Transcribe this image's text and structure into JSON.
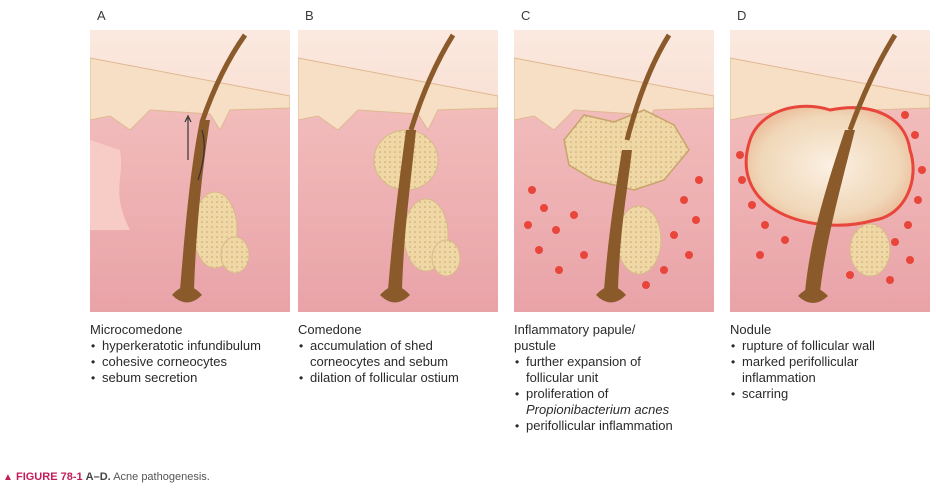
{
  "panels": [
    {
      "letter": "A",
      "title": "Microcomedone",
      "bullets": [
        "hyperkeratotic infundibulum",
        "cohesive corneocytes",
        "sebum secretion"
      ]
    },
    {
      "letter": "B",
      "title": "Comedone",
      "bullets": [
        "accumulation of shed corneocytes and sebum",
        "dilation of follicular ostium"
      ]
    },
    {
      "letter": "C",
      "title": "Inflammatory papule/ pustule",
      "bullets": [
        "further expansion of follicular unit",
        "proliferation of",
        "perifollicular inflammation"
      ],
      "italic_line": "Propionibacterium acnes"
    },
    {
      "letter": "D",
      "title": "Nodule",
      "bullets": [
        "rupture of follicular wall",
        "marked perifollicular inflammation",
        "scarring"
      ]
    }
  ],
  "figure_caption": {
    "marker": "▲",
    "label": "FIGURE 78-1",
    "range": "A–D.",
    "text": "Acne pathogenesis."
  },
  "colors": {
    "epidermis": "#f6dfc4",
    "dermis": "#f2b4b6",
    "dermis_light": "#f7cbc6",
    "sky": "#f7d8c9",
    "hair": "#8b5a2b",
    "sebaceous": "#efd8a6",
    "inflammation": "#e8463a",
    "caption_accent": "#c21d5a"
  }
}
